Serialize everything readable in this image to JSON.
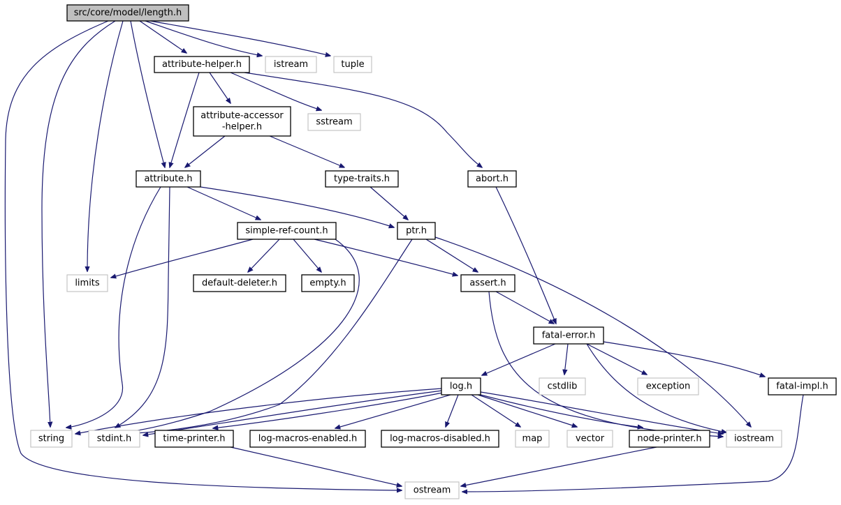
{
  "graph": {
    "nodes": [
      {
        "id": "length",
        "lines": [
          "src/core/model/length.h"
        ],
        "kind": "root"
      },
      {
        "id": "attrhelper",
        "lines": [
          "attribute-helper.h"
        ],
        "kind": "local"
      },
      {
        "id": "istream",
        "lines": [
          "istream"
        ],
        "kind": "system"
      },
      {
        "id": "tuple",
        "lines": [
          "tuple"
        ],
        "kind": "system"
      },
      {
        "id": "aah",
        "lines": [
          "attribute-accessor",
          "-helper.h"
        ],
        "kind": "local"
      },
      {
        "id": "sstream",
        "lines": [
          "sstream"
        ],
        "kind": "system"
      },
      {
        "id": "attribute",
        "lines": [
          "attribute.h"
        ],
        "kind": "local"
      },
      {
        "id": "typetraits",
        "lines": [
          "type-traits.h"
        ],
        "kind": "local"
      },
      {
        "id": "abort",
        "lines": [
          "abort.h"
        ],
        "kind": "local"
      },
      {
        "id": "src",
        "lines": [
          "simple-ref-count.h"
        ],
        "kind": "local"
      },
      {
        "id": "ptr",
        "lines": [
          "ptr.h"
        ],
        "kind": "local"
      },
      {
        "id": "limits",
        "lines": [
          "limits"
        ],
        "kind": "system"
      },
      {
        "id": "defdel",
        "lines": [
          "default-deleter.h"
        ],
        "kind": "local"
      },
      {
        "id": "empty",
        "lines": [
          "empty.h"
        ],
        "kind": "local"
      },
      {
        "id": "assert",
        "lines": [
          "assert.h"
        ],
        "kind": "local"
      },
      {
        "id": "fatalerr",
        "lines": [
          "fatal-error.h"
        ],
        "kind": "local"
      },
      {
        "id": "cstdlib",
        "lines": [
          "cstdlib"
        ],
        "kind": "system"
      },
      {
        "id": "exception",
        "lines": [
          "exception"
        ],
        "kind": "system"
      },
      {
        "id": "fatalimpl",
        "lines": [
          "fatal-impl.h"
        ],
        "kind": "local"
      },
      {
        "id": "log",
        "lines": [
          "log.h"
        ],
        "kind": "local"
      },
      {
        "id": "string",
        "lines": [
          "string"
        ],
        "kind": "system"
      },
      {
        "id": "stdint",
        "lines": [
          "stdint.h"
        ],
        "kind": "system"
      },
      {
        "id": "timeprinter",
        "lines": [
          "time-printer.h"
        ],
        "kind": "local"
      },
      {
        "id": "lme",
        "lines": [
          "log-macros-enabled.h"
        ],
        "kind": "local"
      },
      {
        "id": "lmd",
        "lines": [
          "log-macros-disabled.h"
        ],
        "kind": "local"
      },
      {
        "id": "map",
        "lines": [
          "map"
        ],
        "kind": "system"
      },
      {
        "id": "vector",
        "lines": [
          "vector"
        ],
        "kind": "system"
      },
      {
        "id": "nodeprinter",
        "lines": [
          "node-printer.h"
        ],
        "kind": "local"
      },
      {
        "id": "iostream",
        "lines": [
          "iostream"
        ],
        "kind": "system"
      },
      {
        "id": "ostream",
        "lines": [
          "ostream"
        ],
        "kind": "system"
      }
    ],
    "edges": [
      [
        "length",
        "attrhelper"
      ],
      [
        "length",
        "istream"
      ],
      [
        "length",
        "tuple"
      ],
      [
        "length",
        "attribute"
      ],
      [
        "length",
        "limits"
      ],
      [
        "length",
        "string"
      ],
      [
        "length",
        "ostream"
      ],
      [
        "attrhelper",
        "aah"
      ],
      [
        "attrhelper",
        "attribute"
      ],
      [
        "attrhelper",
        "sstream"
      ],
      [
        "attrhelper",
        "abort"
      ],
      [
        "aah",
        "attribute"
      ],
      [
        "aah",
        "typetraits"
      ],
      [
        "attribute",
        "src"
      ],
      [
        "attribute",
        "ptr"
      ],
      [
        "attribute",
        "string"
      ],
      [
        "attribute",
        "stdint"
      ],
      [
        "typetraits",
        "ptr"
      ],
      [
        "abort",
        "fatalerr"
      ],
      [
        "src",
        "limits"
      ],
      [
        "src",
        "defdel"
      ],
      [
        "src",
        "empty"
      ],
      [
        "src",
        "assert"
      ],
      [
        "src",
        "stdint"
      ],
      [
        "ptr",
        "assert"
      ],
      [
        "ptr",
        "stdint"
      ],
      [
        "ptr",
        "iostream"
      ],
      [
        "assert",
        "fatalerr"
      ],
      [
        "assert",
        "iostream"
      ],
      [
        "fatalerr",
        "log"
      ],
      [
        "fatalerr",
        "cstdlib"
      ],
      [
        "fatalerr",
        "exception"
      ],
      [
        "fatalerr",
        "fatalimpl"
      ],
      [
        "fatalerr",
        "iostream"
      ],
      [
        "fatalimpl",
        "ostream"
      ],
      [
        "log",
        "string"
      ],
      [
        "log",
        "stdint"
      ],
      [
        "log",
        "timeprinter"
      ],
      [
        "log",
        "lme"
      ],
      [
        "log",
        "lmd"
      ],
      [
        "log",
        "map"
      ],
      [
        "log",
        "vector"
      ],
      [
        "log",
        "nodeprinter"
      ],
      [
        "log",
        "iostream"
      ],
      [
        "timeprinter",
        "ostream"
      ],
      [
        "nodeprinter",
        "ostream"
      ]
    ],
    "colors": {
      "edge": "#191970",
      "local_border": "#000000",
      "system_border": "#c0c0c0",
      "root_fill": "#bfbfbf"
    }
  }
}
